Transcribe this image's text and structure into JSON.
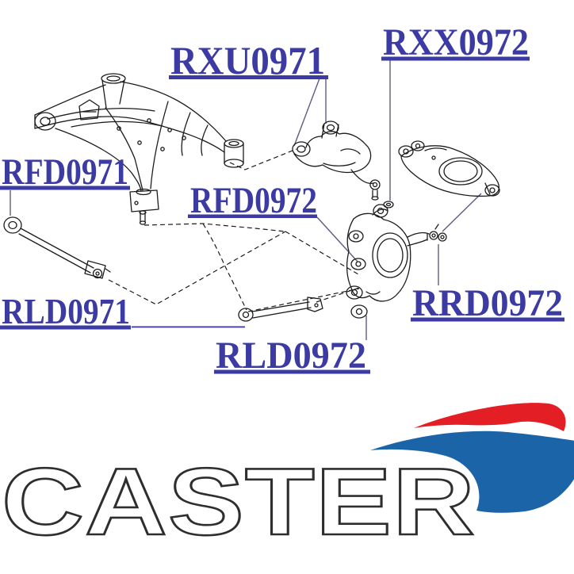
{
  "diagram": {
    "title_hint": "rear suspension parts diagram",
    "label_color": "#3b3ba3",
    "line_color": "#1c1c1c",
    "leader_color": "#5c5c82",
    "part_labels": [
      {
        "code": "RXU0971"
      },
      {
        "code": "RXX0972"
      },
      {
        "code": "RFD0971"
      },
      {
        "code": "RFD0972"
      },
      {
        "code": "RLD0971"
      },
      {
        "code": "RLD0972"
      },
      {
        "code": "RRD0972"
      }
    ],
    "parts": [
      "rear-subframe-crossmember",
      "upper-control-arm",
      "rear-lower-spring-arm",
      "wheel-knuckle-hub-carrier",
      "front-lateral-link-rod",
      "rear-lateral-link-rod"
    ]
  },
  "logo": {
    "text": "CASTER",
    "text_fill": "#ffffff",
    "text_outline": "#2e2e2e",
    "swoosh_red": "#e31e24",
    "swoosh_blue": "#1c64a8"
  }
}
